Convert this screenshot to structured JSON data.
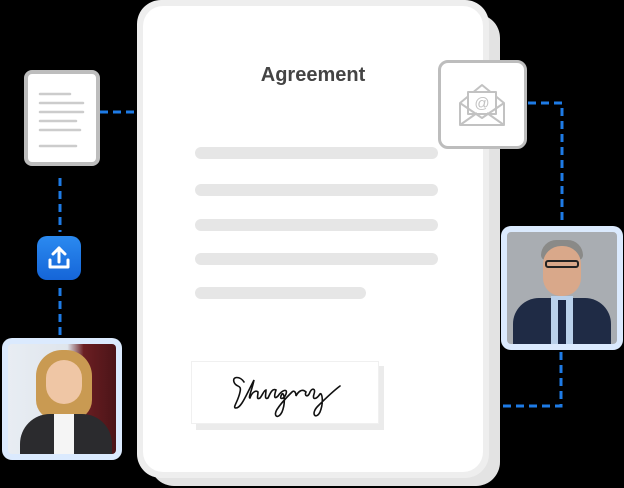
{
  "document": {
    "title": "Agreement",
    "signature": "Johngray",
    "placeholder_lines": 5
  },
  "nodes": {
    "file": {
      "icon": "document-icon"
    },
    "upload": {
      "icon": "upload-icon"
    },
    "sender": {
      "icon": "woman-photo"
    },
    "email": {
      "icon": "envelope-at-icon"
    },
    "signer": {
      "icon": "man-photo"
    }
  },
  "colors": {
    "connector": "#1e7be6",
    "upload_button": "#1a6fe0",
    "photo_frame": "#dbeafe",
    "icon_border": "#bdbdbd",
    "placeholder_line": "#e6e6e6"
  }
}
